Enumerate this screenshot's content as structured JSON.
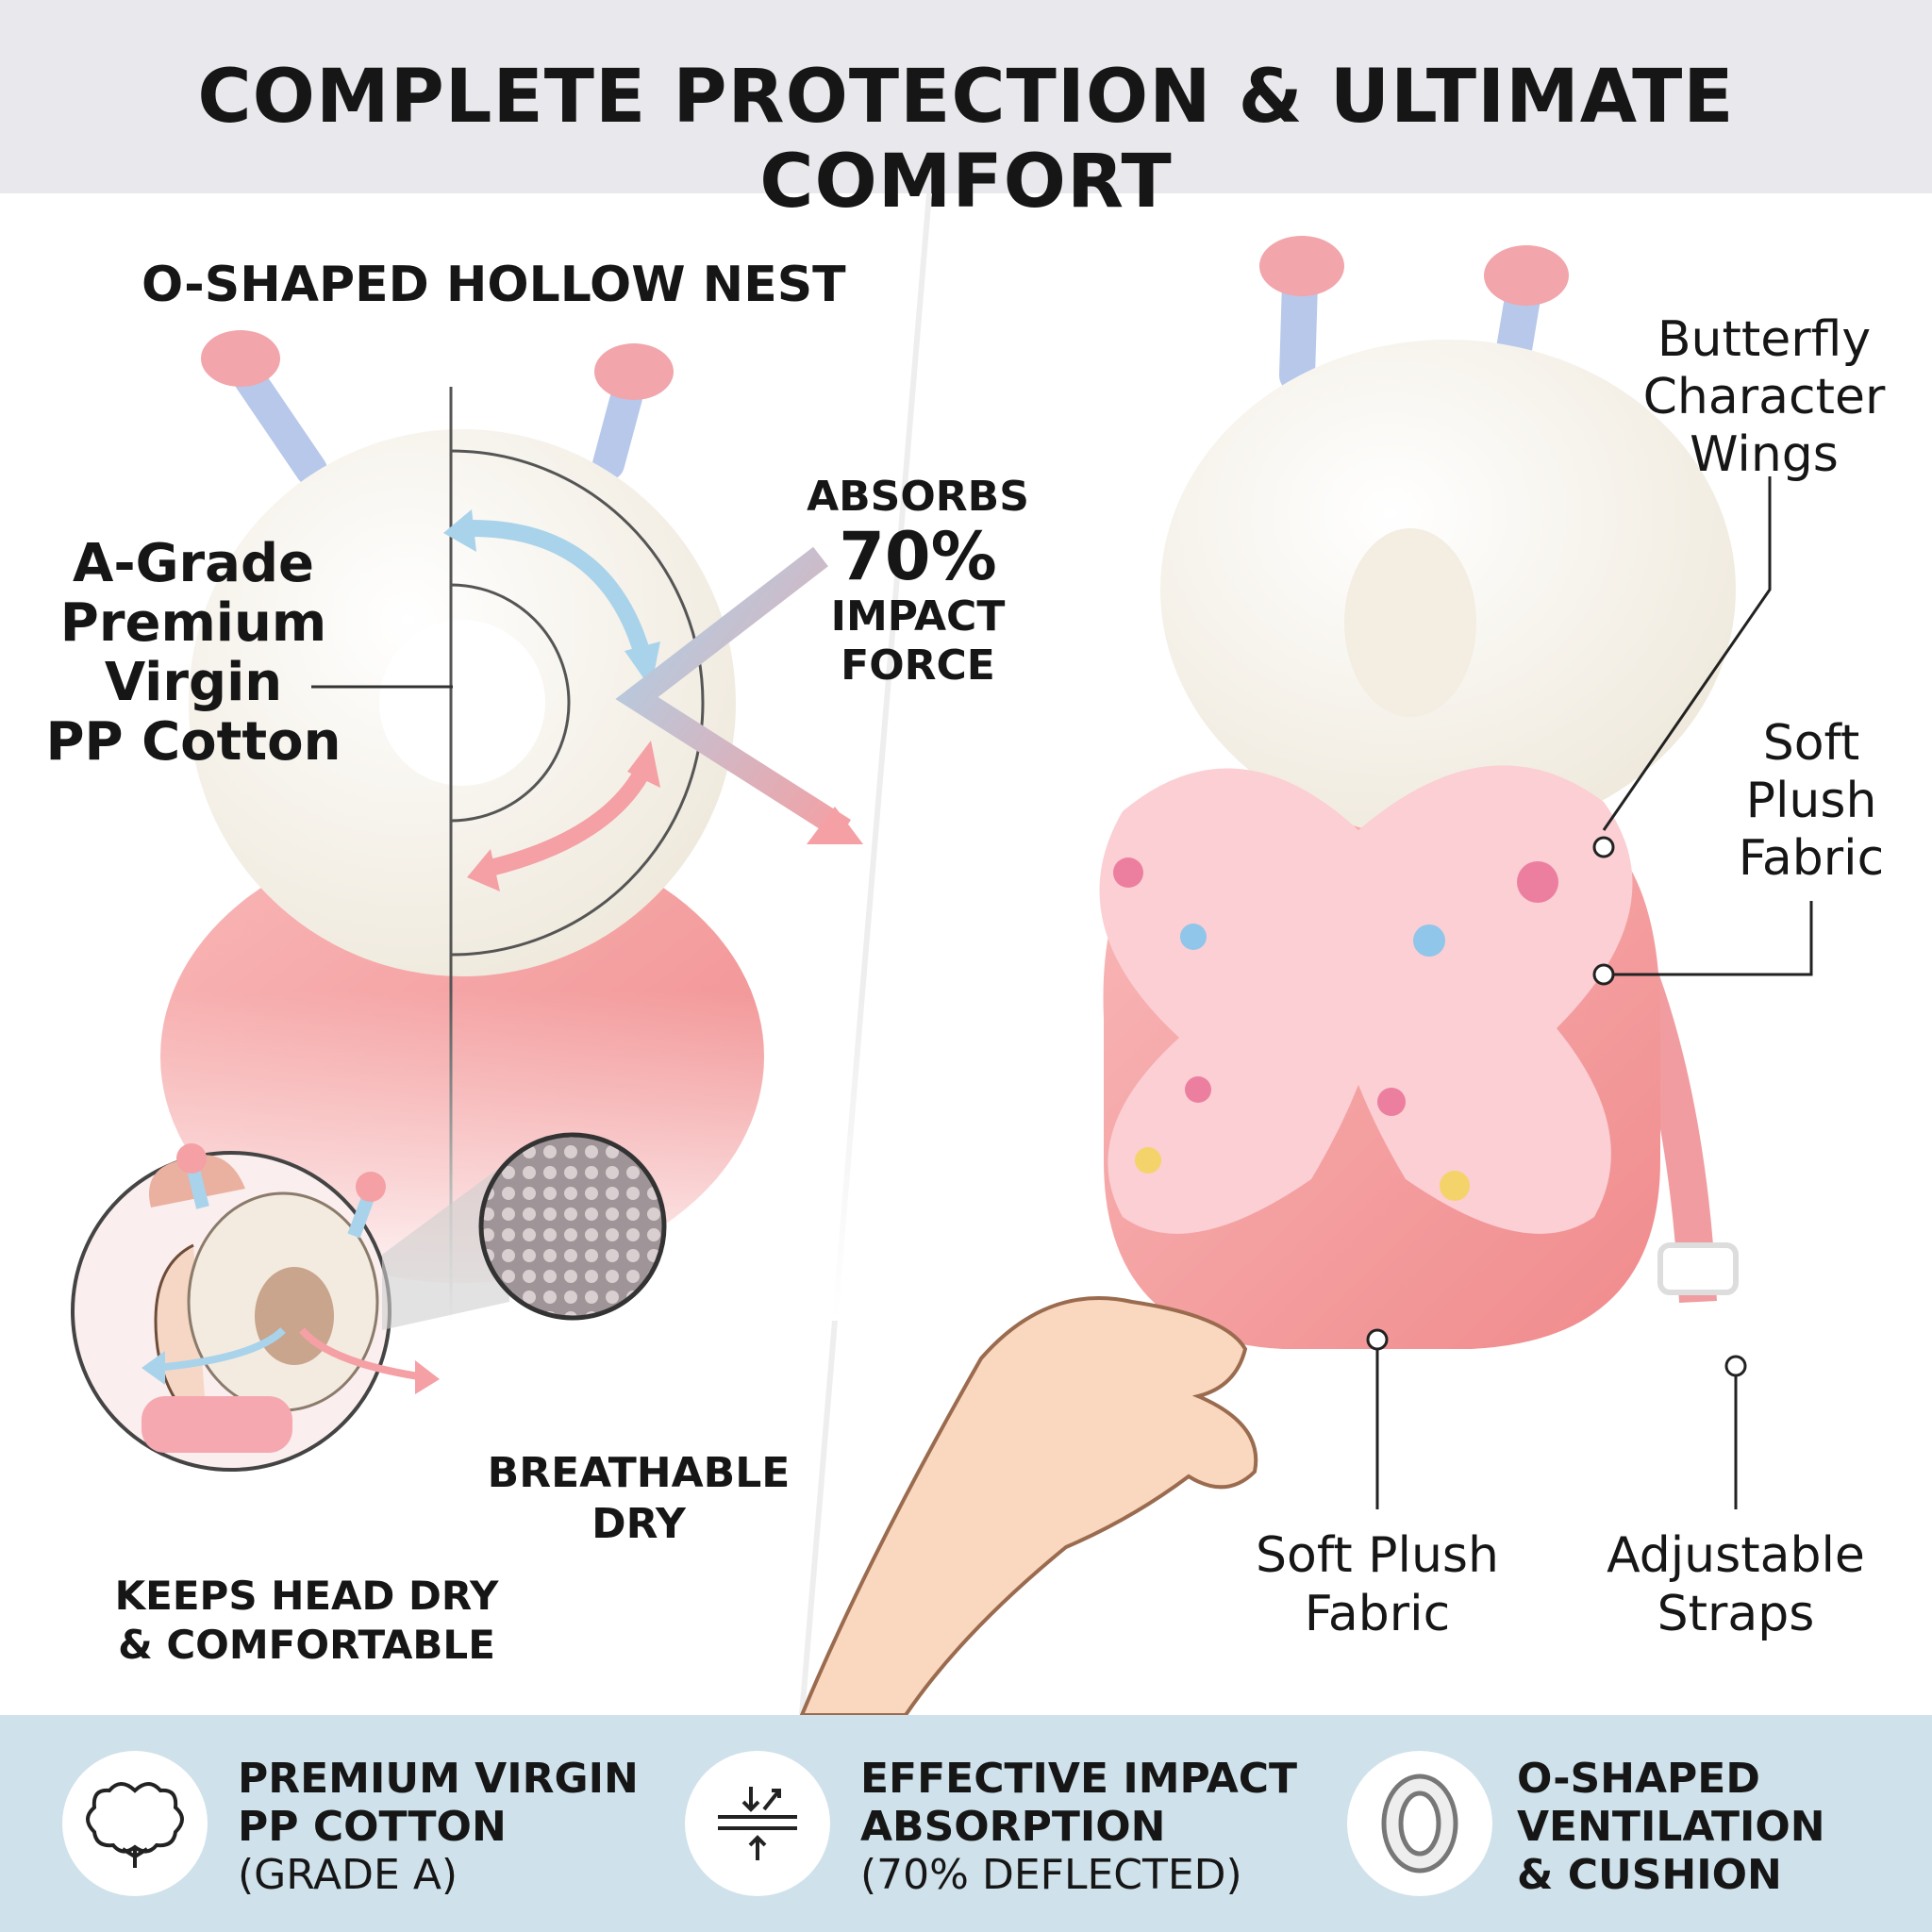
{
  "header": {
    "title": "COMPLETE PROTECTION & ULTIMATE COMFORT"
  },
  "left_panel": {
    "section_title": "O-SHAPED HOLLOW NEST",
    "material_label": [
      "A-Grade",
      "Premium",
      "Virgin",
      "PP Cotton"
    ],
    "absorbs": {
      "line1": "ABSORBS",
      "percent": "70%",
      "line3": "IMPACT",
      "line4": "FORCE"
    },
    "breathable": [
      "BREATHABLE",
      "DRY"
    ],
    "keeps_dry": [
      "KEEPS HEAD DRY",
      "& COMFORTABLE"
    ]
  },
  "right_panel": {
    "callout_wings": [
      "Butterfly",
      "Character",
      "Wings"
    ],
    "callout_fabric_upper": [
      "Soft",
      "Plush",
      "Fabric"
    ],
    "callout_fabric_lower": [
      "Soft Plush",
      "Fabric"
    ],
    "callout_straps": [
      "Adjustable",
      "Straps"
    ]
  },
  "features": [
    {
      "icon": "cotton-flower-icon",
      "title1": "PREMIUM VIRGIN",
      "title2": "PP COTTON",
      "sub": "(GRADE A)"
    },
    {
      "icon": "impact-absorption-icon",
      "title1": "EFFECTIVE IMPACT",
      "title2": "ABSORPTION",
      "sub": "(70% DEFLECTED)"
    },
    {
      "icon": "o-shape-icon",
      "title1": "O-SHAPED",
      "title2": "VENTILATION",
      "title3": "& CUSHION"
    }
  ],
  "colors": {
    "header_bg": "#e9e9ed",
    "footer_bg": "#cfe1ea",
    "pink": "#f4a0a4",
    "light_pink": "#fbd0d2",
    "blue_arrow": "#a9d3ea",
    "cream": "#fbf8ef"
  }
}
